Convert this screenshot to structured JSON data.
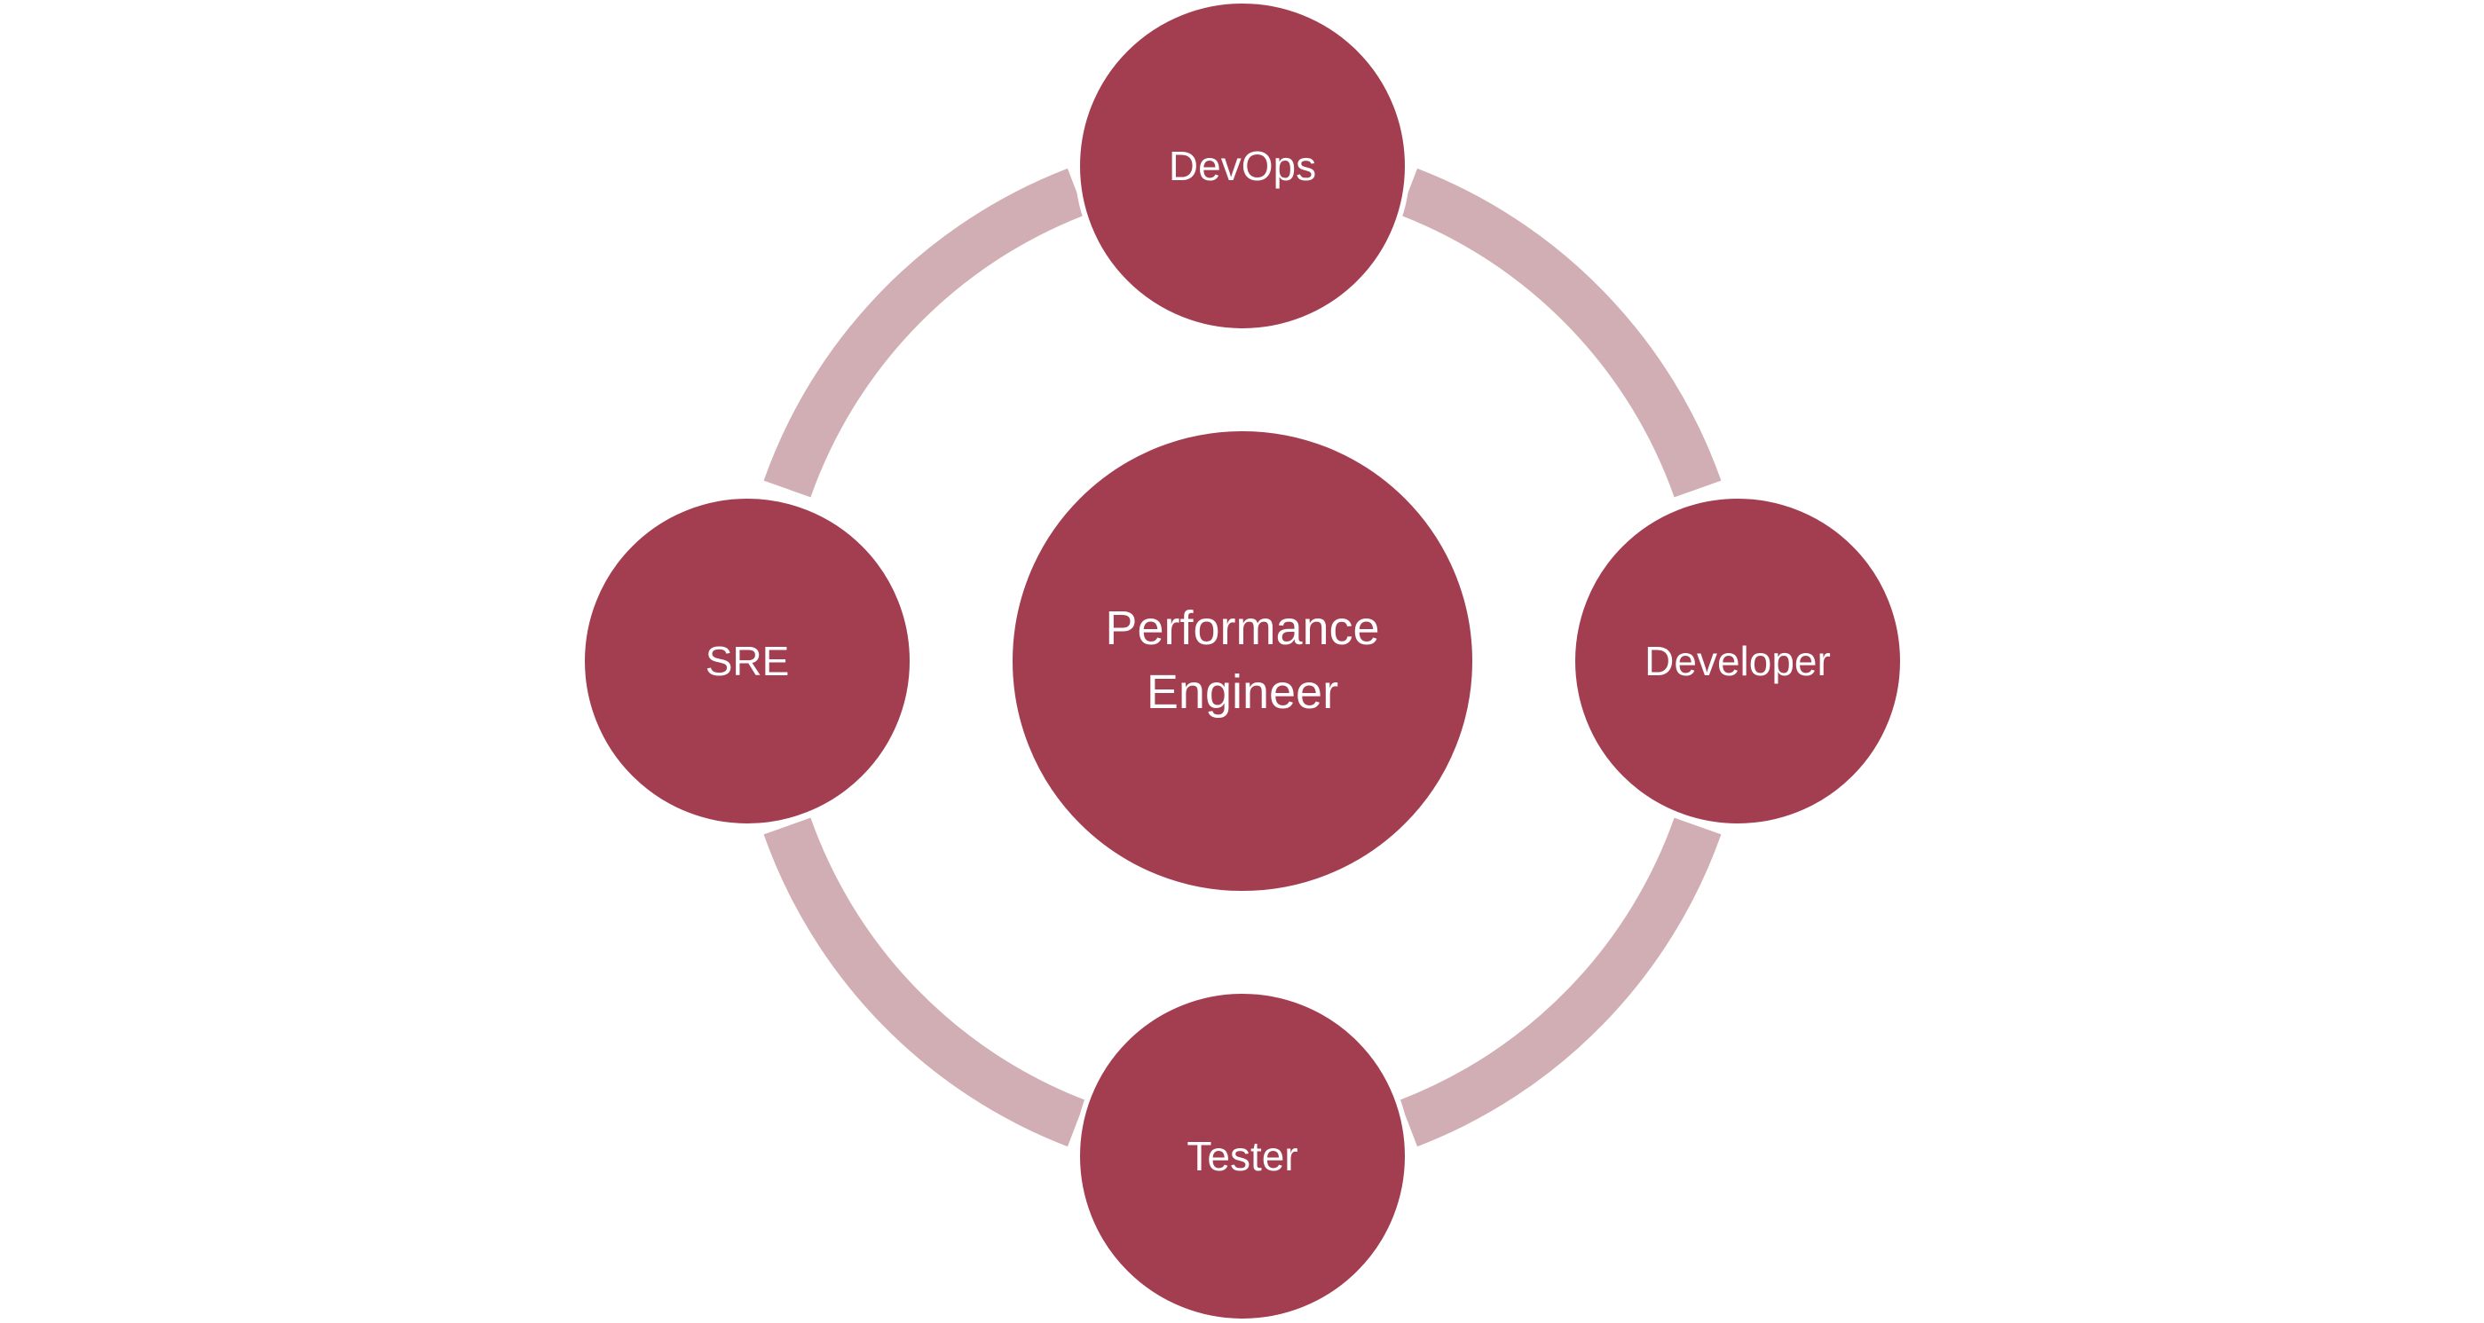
{
  "diagram": {
    "center": {
      "line1": "Performance",
      "line2": "Engineer"
    },
    "nodes": {
      "top": "DevOps",
      "right": "Developer",
      "bottom": "Tester",
      "left": "SRE"
    },
    "colors": {
      "node_fill": "#A33D50",
      "node_stroke": "#ffffff",
      "ring": "#D0AEB4",
      "background": "#ffffff"
    }
  }
}
